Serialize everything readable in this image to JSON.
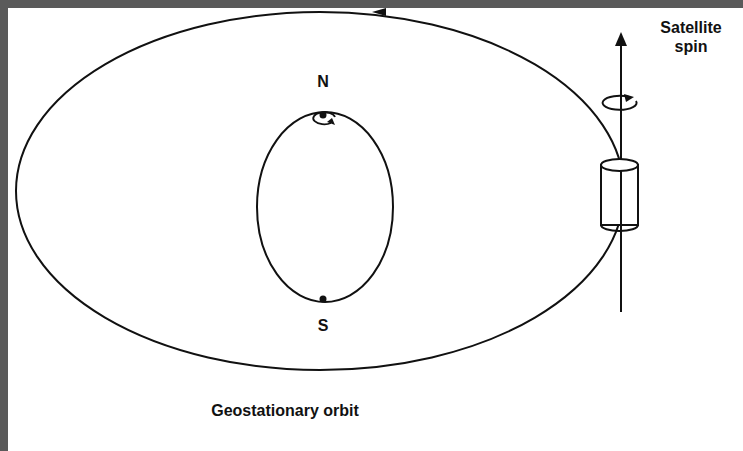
{
  "diagram": {
    "caption": "Geostationary orbit",
    "nodes": [
      {
        "text": [
          "N",
          "S"
        ]
      }
    ],
    "labels": [
      "Satellite spin"
    ]
  }
}
